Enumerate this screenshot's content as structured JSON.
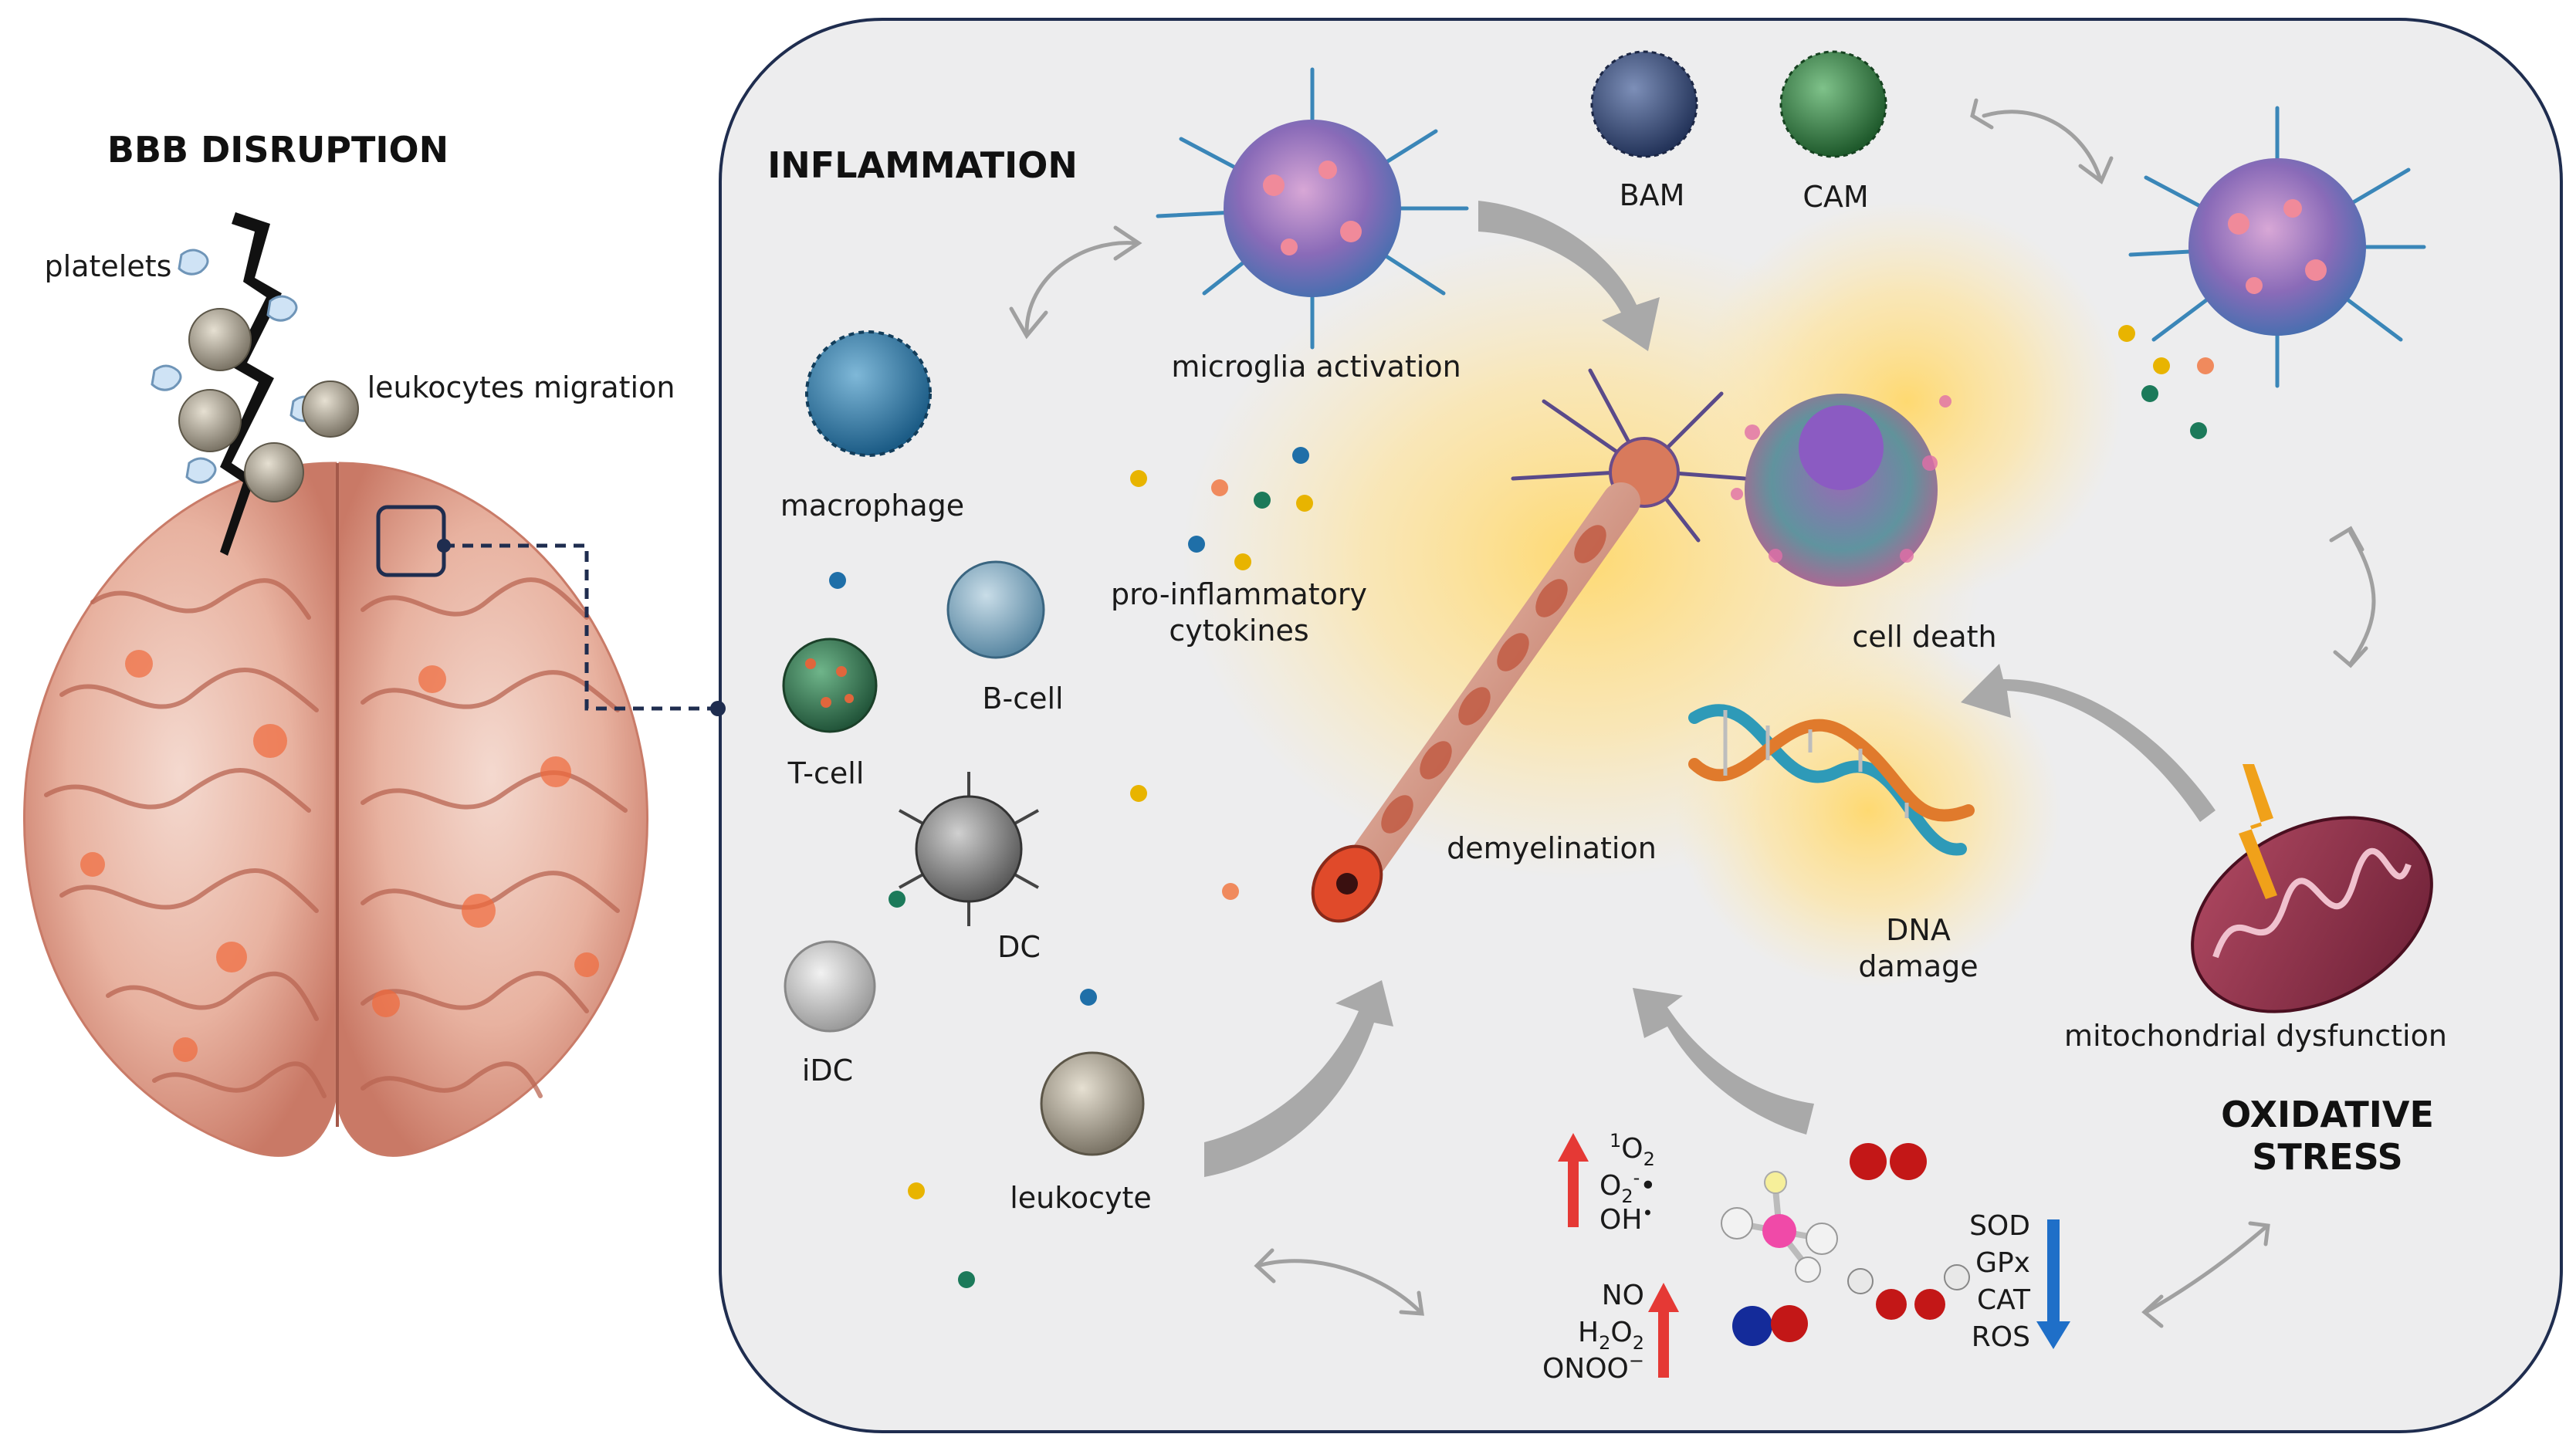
{
  "headings": {
    "bbb": "BBB DISRUPTION",
    "inflammation": "INFLAMMATION",
    "oxidative_line1": "OXIDATIVE",
    "oxidative_line2": "STRESS"
  },
  "left": {
    "platelets": "platelets",
    "leukocytes_migration": "leukocytes migration"
  },
  "inflammation_labels": {
    "microglia_activation": "microglia activation",
    "macrophage": "macrophage",
    "bam": "BAM",
    "cam": "CAM",
    "cytokines_line1": "pro-inflammatory",
    "cytokines_line2": "cytokines",
    "b_cell": "B-cell",
    "t_cell": "T-cell",
    "dc": "DC",
    "idc": "iDC",
    "leukocyte": "leukocyte"
  },
  "center_labels": {
    "demyelination": "demyelination",
    "cell_death": "cell death",
    "dna_line1": "DNA",
    "dna_line2": "damage",
    "mitochondrial": "mitochondrial dysfunction"
  },
  "ros_up_1": {
    "singlet_sup": "1",
    "singlet_base": "O",
    "singlet_sub": "2",
    "superoxide_base": "O",
    "superoxide_sub": "2",
    "superoxide_sup": "-",
    "superoxide_dot": "•",
    "hydroxyl": "OH",
    "hydroxyl_dot": "•"
  },
  "ros_up_2": {
    "no": "NO",
    "h2o2_h": "H",
    "h2o2_sub1": "2",
    "h2o2_o": "O",
    "h2o2_sub2": "2",
    "onoo": "ONOO",
    "onoo_sup": "−"
  },
  "ros_down": [
    "SOD",
    "GPx",
    "CAT",
    "ROS"
  ],
  "colors": {
    "panel_bg": "#ededee",
    "panel_border": "#1f2d4f",
    "glow": "#ffd86b",
    "arrow_gray": "#a9a9a9",
    "up_arrow": "#e53935",
    "down_arrow": "#1f6fc8",
    "dashed_line": "#1f2d4f"
  }
}
